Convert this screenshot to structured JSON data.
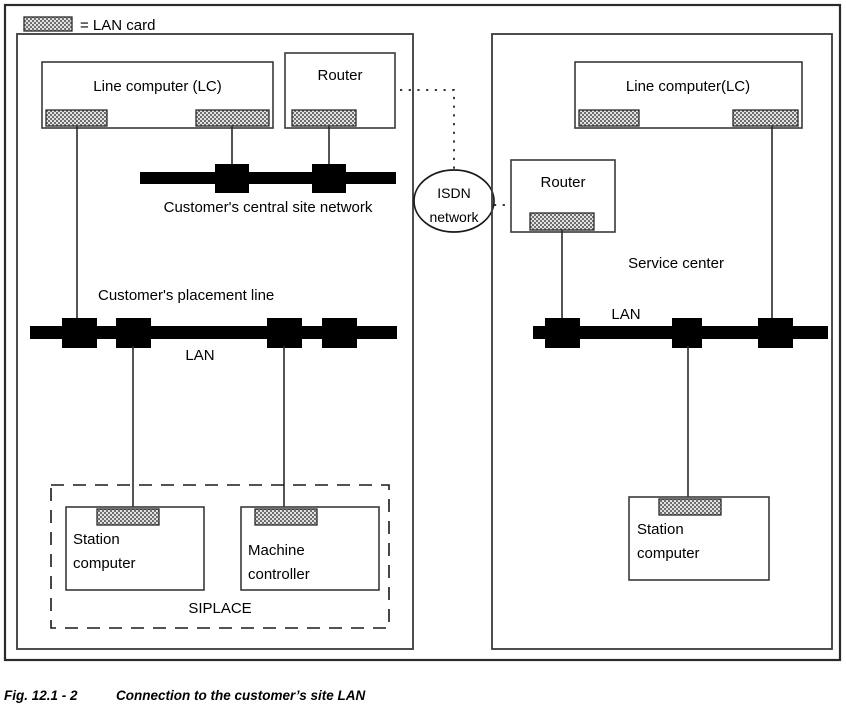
{
  "figure": {
    "caption_number": "Fig. 12.1 - 2",
    "caption_text": "Connection to the customer’s site LAN"
  },
  "legend": {
    "swatch_name": "lan-card-swatch",
    "text": "= LAN card"
  },
  "colors": {
    "bus": "#000000",
    "box_stroke": "#3a3a3a",
    "frame_stroke": "#2a2a2a",
    "card_fill": "#d9d9d9",
    "background": "#ffffff"
  },
  "left_panel": {
    "name": "customer-site-panel",
    "labels": {
      "central_network": "Customer's central site network",
      "placement_line": "Customer's placement line",
      "lan": "LAN",
      "siplace": "SIPLACE"
    },
    "boxes": [
      {
        "id": "line-computer",
        "label": "Line computer (LC)",
        "lan_cards": 2
      },
      {
        "id": "router",
        "label": "Router",
        "lan_cards": 1
      },
      {
        "id": "station-computer",
        "label_line1": "Station",
        "label_line2": "computer",
        "lan_cards": 1
      },
      {
        "id": "machine-controller",
        "label_line1": "Machine",
        "label_line2": "controller",
        "lan_cards": 1
      }
    ],
    "buses": [
      {
        "id": "central-site-bus",
        "label": "Customer's central site network",
        "node_count": 2
      },
      {
        "id": "placement-lan-bus",
        "label": "LAN",
        "node_count": 4
      }
    ]
  },
  "isdn": {
    "name": "isdn-network-cloud",
    "line1": "ISDN",
    "line2": "network"
  },
  "right_panel": {
    "name": "service-center-panel",
    "labels": {
      "service_center": "Service center",
      "lan": "LAN"
    },
    "boxes": [
      {
        "id": "line-computer",
        "label": "Line computer(LC)",
        "lan_cards": 2
      },
      {
        "id": "router",
        "label": "Router",
        "lan_cards": 1
      },
      {
        "id": "station-computer",
        "label_line1": "Station",
        "label_line2": "computer",
        "lan_cards": 1
      }
    ],
    "buses": [
      {
        "id": "service-lan-bus",
        "label": "LAN",
        "node_count": 3
      }
    ]
  }
}
